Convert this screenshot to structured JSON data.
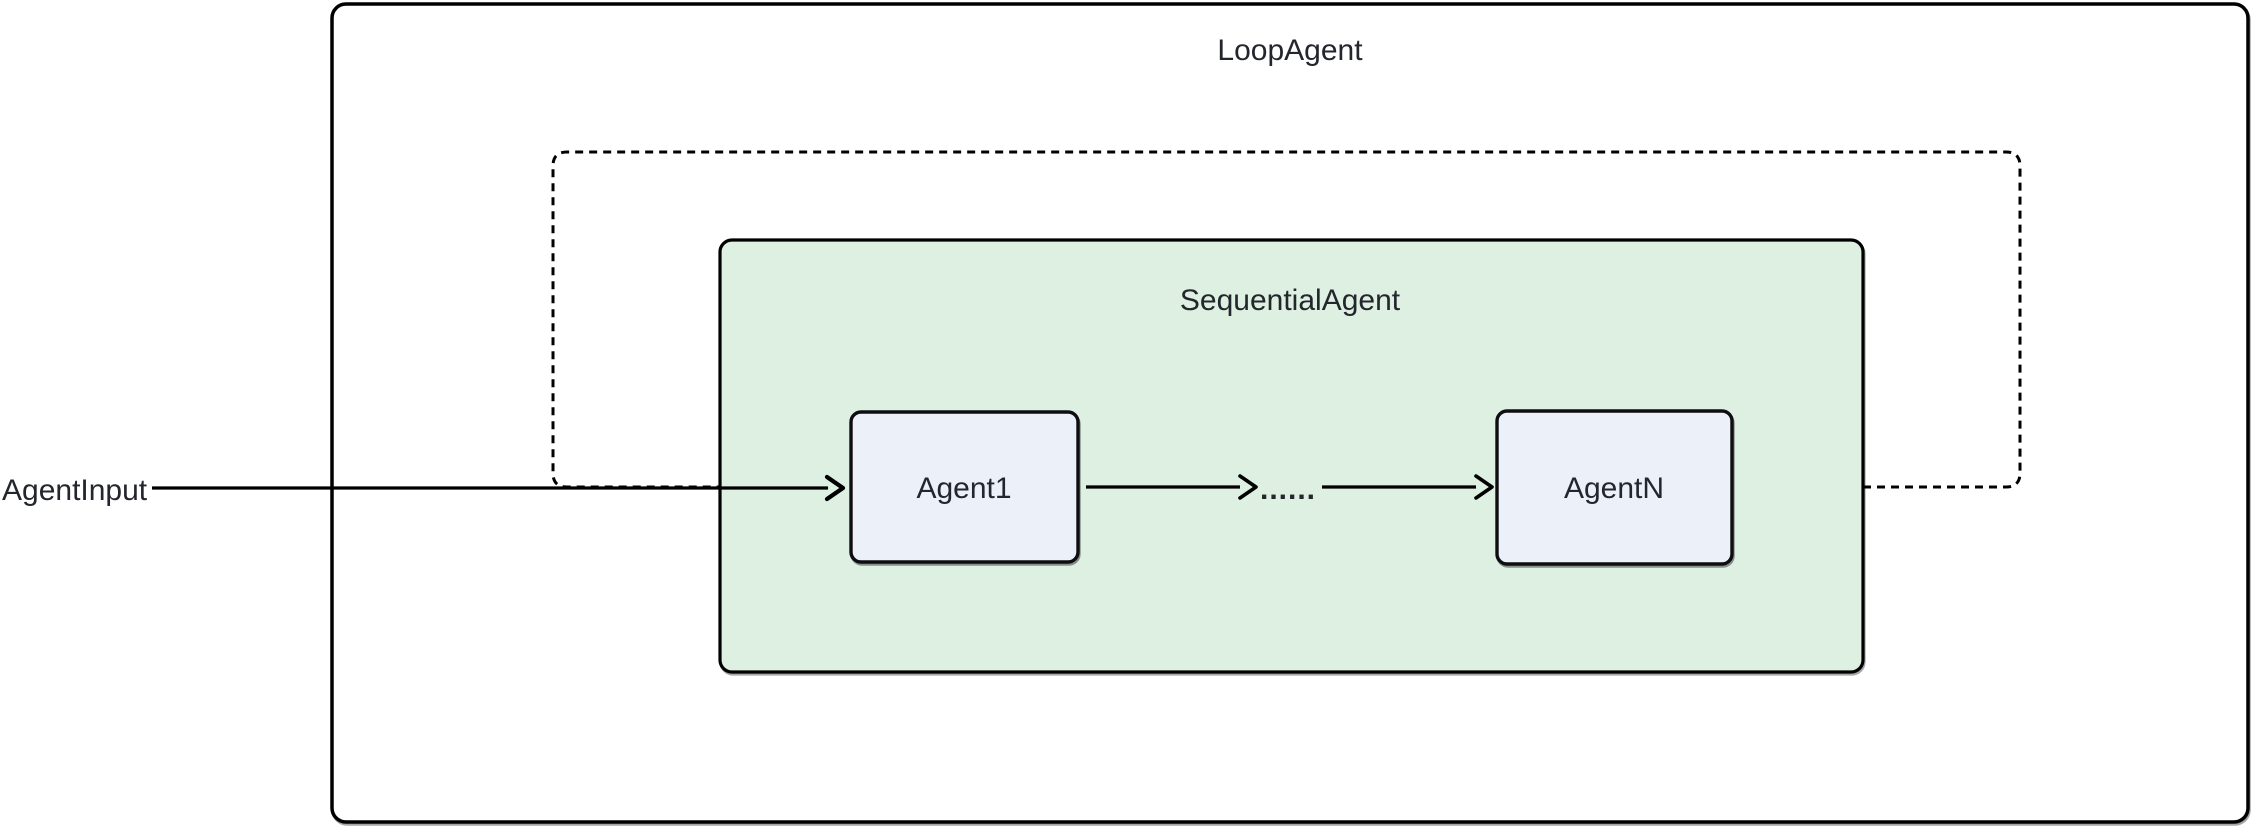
{
  "diagram": {
    "type": "flowchart",
    "outer_container": {
      "label": "LoopAgent"
    },
    "subgraph": {
      "label": "SequentialAgent"
    },
    "nodes": [
      {
        "id": "agent1",
        "label": "Agent1"
      },
      {
        "id": "agentn",
        "label": "AgentN"
      }
    ],
    "input": {
      "label": "AgentInput"
    },
    "ellipsis": {
      "label": "......"
    },
    "colors": {
      "background": "#ffffff",
      "stroke": "#000000",
      "subgraph_fill": "#DEF0E1",
      "node_fill": "#ECF0F9",
      "node_stroke": "#0d0d12",
      "text": "#23262d"
    }
  }
}
